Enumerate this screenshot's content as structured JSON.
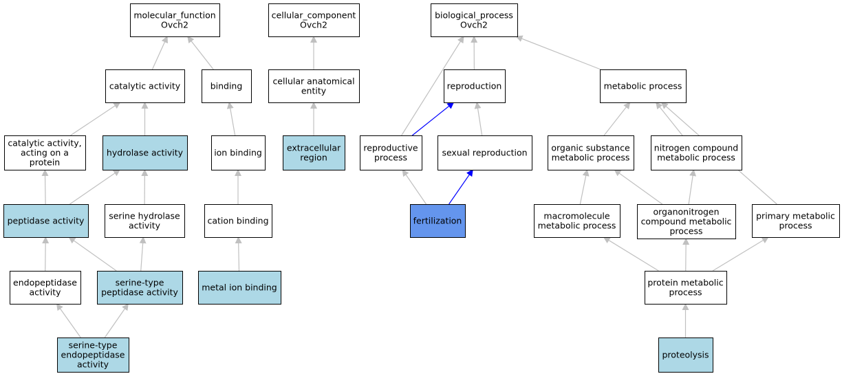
{
  "colors": {
    "plain": "#ffffff",
    "annotated": "#add8e6",
    "focus": "#6495ed",
    "edge": "#c0c0c0",
    "highlight_edge": "#0000ff"
  },
  "nodes": [
    {
      "id": "mf",
      "lines": [
        "molecular_function",
        "Ovch2"
      ],
      "style": "plain"
    },
    {
      "id": "cc",
      "lines": [
        "cellular_component",
        "Ovch2"
      ],
      "style": "plain"
    },
    {
      "id": "bp",
      "lines": [
        "biological_process",
        "Ovch2"
      ],
      "style": "plain"
    },
    {
      "id": "catalytic",
      "lines": [
        "catalytic activity"
      ],
      "style": "plain"
    },
    {
      "id": "binding",
      "lines": [
        "binding"
      ],
      "style": "plain"
    },
    {
      "id": "cae",
      "lines": [
        "cellular anatomical",
        "entity"
      ],
      "style": "plain"
    },
    {
      "id": "reproduction",
      "lines": [
        "reproduction"
      ],
      "style": "plain"
    },
    {
      "id": "metabolic",
      "lines": [
        "metabolic process"
      ],
      "style": "plain"
    },
    {
      "id": "catprot",
      "lines": [
        "catalytic activity,",
        "acting on a",
        "protein"
      ],
      "style": "plain"
    },
    {
      "id": "hydrolase",
      "lines": [
        "hydrolase activity"
      ],
      "style": "annotated"
    },
    {
      "id": "ionbinding",
      "lines": [
        "ion binding"
      ],
      "style": "plain"
    },
    {
      "id": "extracellular",
      "lines": [
        "extracellular",
        "region"
      ],
      "style": "annotated"
    },
    {
      "id": "reprocess",
      "lines": [
        "reproductive",
        "process"
      ],
      "style": "plain"
    },
    {
      "id": "sexrepro",
      "lines": [
        "sexual reproduction"
      ],
      "style": "plain"
    },
    {
      "id": "orgsub",
      "lines": [
        "organic substance",
        "metabolic process"
      ],
      "style": "plain"
    },
    {
      "id": "nitrogen",
      "lines": [
        "nitrogen compound",
        "metabolic process"
      ],
      "style": "plain"
    },
    {
      "id": "peptidase",
      "lines": [
        "peptidase activity"
      ],
      "style": "annotated"
    },
    {
      "id": "serhyd",
      "lines": [
        "serine hydrolase",
        "activity"
      ],
      "style": "plain"
    },
    {
      "id": "cation",
      "lines": [
        "cation binding"
      ],
      "style": "plain"
    },
    {
      "id": "fertilization",
      "lines": [
        "fertilization"
      ],
      "style": "focus"
    },
    {
      "id": "macromol",
      "lines": [
        "macromolecule",
        "metabolic process"
      ],
      "style": "plain"
    },
    {
      "id": "organonitro",
      "lines": [
        "organonitrogen",
        "compound metabolic",
        "process"
      ],
      "style": "plain"
    },
    {
      "id": "primary",
      "lines": [
        "primary metabolic",
        "process"
      ],
      "style": "plain"
    },
    {
      "id": "endopep",
      "lines": [
        "endopeptidase",
        "activity"
      ],
      "style": "plain"
    },
    {
      "id": "serpep",
      "lines": [
        "serine-type",
        "peptidase activity"
      ],
      "style": "annotated"
    },
    {
      "id": "metalion",
      "lines": [
        "metal ion binding"
      ],
      "style": "annotated"
    },
    {
      "id": "protmet",
      "lines": [
        "protein metabolic",
        "process"
      ],
      "style": "plain"
    },
    {
      "id": "serendo",
      "lines": [
        "serine-type",
        "endopeptidase",
        "activity"
      ],
      "style": "annotated"
    },
    {
      "id": "proteolysis",
      "lines": [
        "proteolysis"
      ],
      "style": "annotated"
    }
  ],
  "edges": [
    {
      "from": "catalytic",
      "to": "mf"
    },
    {
      "from": "binding",
      "to": "mf"
    },
    {
      "from": "cae",
      "to": "cc"
    },
    {
      "from": "reprocess",
      "to": "bp"
    },
    {
      "from": "reproduction",
      "to": "bp"
    },
    {
      "from": "metabolic",
      "to": "bp"
    },
    {
      "from": "catprot",
      "to": "catalytic"
    },
    {
      "from": "hydrolase",
      "to": "catalytic"
    },
    {
      "from": "ionbinding",
      "to": "binding"
    },
    {
      "from": "extracellular",
      "to": "cae"
    },
    {
      "from": "reprocess",
      "to": "reproduction",
      "highlight": true
    },
    {
      "from": "sexrepro",
      "to": "reproduction"
    },
    {
      "from": "orgsub",
      "to": "metabolic"
    },
    {
      "from": "nitrogen",
      "to": "metabolic"
    },
    {
      "from": "primary",
      "to": "metabolic"
    },
    {
      "from": "peptidase",
      "to": "catprot"
    },
    {
      "from": "peptidase",
      "to": "hydrolase"
    },
    {
      "from": "serhyd",
      "to": "hydrolase"
    },
    {
      "from": "cation",
      "to": "ionbinding"
    },
    {
      "from": "fertilization",
      "to": "reprocess"
    },
    {
      "from": "fertilization",
      "to": "sexrepro",
      "highlight": true
    },
    {
      "from": "macromol",
      "to": "orgsub"
    },
    {
      "from": "organonitro",
      "to": "orgsub"
    },
    {
      "from": "organonitro",
      "to": "nitrogen"
    },
    {
      "from": "endopep",
      "to": "peptidase"
    },
    {
      "from": "serpep",
      "to": "peptidase"
    },
    {
      "from": "serpep",
      "to": "serhyd"
    },
    {
      "from": "metalion",
      "to": "cation"
    },
    {
      "from": "protmet",
      "to": "macromol"
    },
    {
      "from": "protmet",
      "to": "organonitro"
    },
    {
      "from": "protmet",
      "to": "primary"
    },
    {
      "from": "serendo",
      "to": "endopep"
    },
    {
      "from": "serendo",
      "to": "serpep"
    },
    {
      "from": "proteolysis",
      "to": "protmet"
    }
  ]
}
